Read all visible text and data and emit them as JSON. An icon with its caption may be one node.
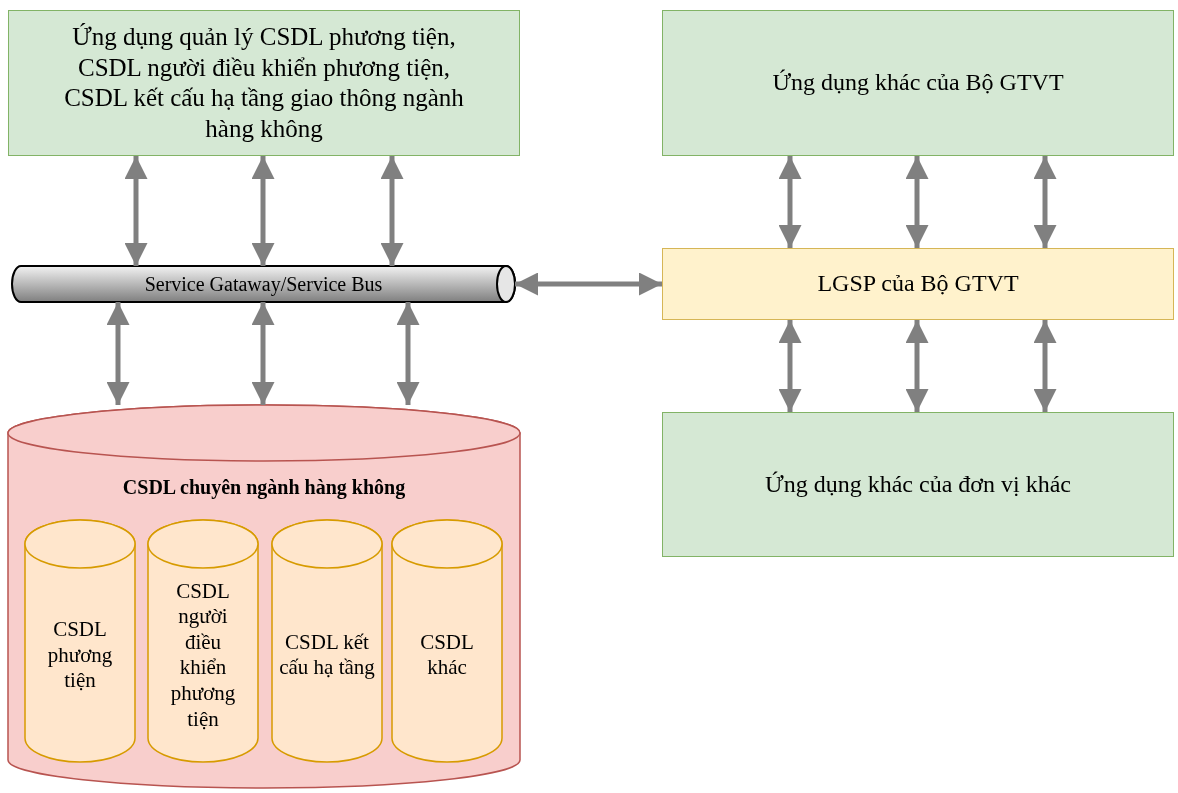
{
  "diagram": {
    "nodes": [
      {
        "text": [
          "Ứng dụng quản lý CSDL phương tiện, CSDL người điều khiển phương tiện, CSDL kết cấu hạ tầng giao thông ngành hàng không"
        ]
      },
      {
        "text": [
          "Ứng dụng khác của Bộ GTVT"
        ]
      },
      {
        "text": [
          "Service Gataway/Service Bus"
        ]
      },
      {
        "text": [
          "LGSP của Bộ GTVT"
        ]
      },
      {
        "text": [
          "CSDL chuyên ngành hàng không"
        ]
      },
      {
        "text": [
          "CSDL phương tiện"
        ],
        "in": 4
      },
      {
        "text": [
          "CSDL người điều khiển phương tiện"
        ],
        "in": 4
      },
      {
        "text": [
          "CSDL kết cấu hạ tầng"
        ],
        "in": 4
      },
      {
        "text": [
          "CSDL khác"
        ],
        "in": 4
      },
      {
        "text": [
          "Ứng dụng khác của đơn vị khác"
        ]
      }
    ],
    "edges": [
      {
        "from": 0,
        "to": 2,
        "arrow": "both"
      },
      {
        "from": 0,
        "to": 2,
        "arrow": "both"
      },
      {
        "from": 0,
        "to": 2,
        "arrow": "both"
      },
      {
        "from": 2,
        "to": 4,
        "arrow": "both"
      },
      {
        "from": 2,
        "to": 4,
        "arrow": "both"
      },
      {
        "from": 2,
        "to": 4,
        "arrow": "both"
      },
      {
        "from": 2,
        "to": 3,
        "arrow": "both"
      },
      {
        "from": 1,
        "to": 3,
        "arrow": "both"
      },
      {
        "from": 1,
        "to": 3,
        "arrow": "both"
      },
      {
        "from": 1,
        "to": 3,
        "arrow": "both"
      },
      {
        "from": 3,
        "to": 9,
        "arrow": "both"
      },
      {
        "from": 3,
        "to": 9,
        "arrow": "both"
      },
      {
        "from": 3,
        "to": 9,
        "arrow": "both"
      }
    ]
  }
}
